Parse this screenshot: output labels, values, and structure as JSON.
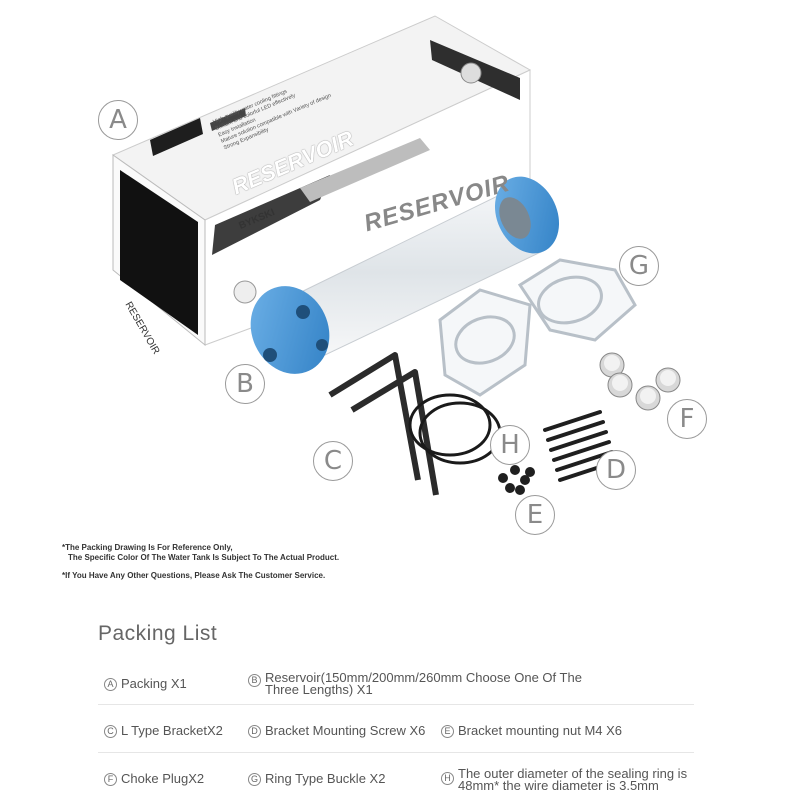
{
  "callouts": [
    "A",
    "B",
    "C",
    "D",
    "E",
    "F",
    "G",
    "H"
  ],
  "box": {
    "title_main": "RESERVOIR",
    "title_top": "RESERVOIR",
    "title_side": "RESERVOIR",
    "brand": "BYKSKI",
    "features": [
      "High quality water cooling fittings",
      "Brilliant and colorful LED effectively",
      "Easy Installation",
      "Mature solution compatible with Variety of design",
      "Strong Expansibility"
    ]
  },
  "notes": {
    "line1": "*The Packing Drawing Is For Reference Only,",
    "line2": "The Specific Color Of The Water Tank Is Subject To The Actual Product.",
    "line3": "*If You Have Any Other Questions, Please Ask The Customer Service."
  },
  "packing_list": {
    "title": "Packing List",
    "items": [
      {
        "letter": "A",
        "text": "Packing X1"
      },
      {
        "letter": "B",
        "text": "Reservoir(150mm/200mm/260mm Choose One Of The Three Lengths)  X1"
      },
      {
        "letter": "C",
        "text": "L Type BracketX2"
      },
      {
        "letter": "D",
        "text": "Bracket Mounting Screw X6"
      },
      {
        "letter": "E",
        "text": "Bracket mounting nut M4 X6"
      },
      {
        "letter": "F",
        "text": "Choke PlugX2"
      },
      {
        "letter": "G",
        "text": "Ring Type Buckle X2"
      },
      {
        "letter": "H",
        "text": "The outer diameter of the sealing ring is 48mm* the wire diameter is 3.5mm"
      }
    ]
  },
  "colors": {
    "accent_blue": "#3a8fd4",
    "callout_gray": "#8a8a8a",
    "bracket": "#2b2b2b"
  }
}
